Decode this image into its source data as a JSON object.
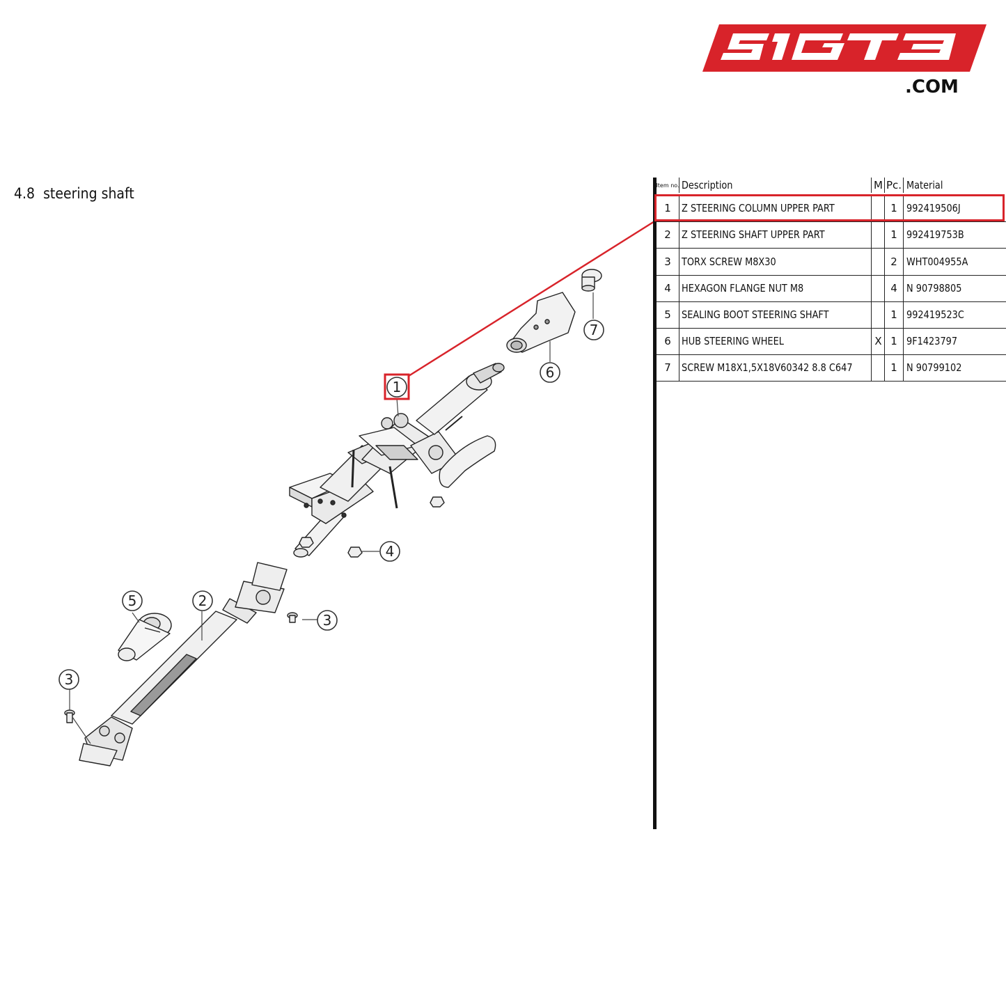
{
  "logo": {
    "brand": "SIGT3",
    "suffix": ".COM",
    "color": "#d8232a"
  },
  "section": {
    "number": "4.8",
    "title": "steering shaft"
  },
  "table": {
    "headers": {
      "item_no": "Item no.",
      "description": "Description",
      "m": "M",
      "pc": "Pc.",
      "material": "Material"
    },
    "rows": [
      {
        "no": "1",
        "description": "Z STEERING COLUMN UPPER PART",
        "m": "",
        "pc": "1",
        "material": "992419506J",
        "highlighted": true
      },
      {
        "no": "2",
        "description": "Z STEERING SHAFT UPPER PART",
        "m": "",
        "pc": "1",
        "material": "992419753B"
      },
      {
        "no": "3",
        "description": "TORX SCREW M8X30",
        "m": "",
        "pc": "2",
        "material": "WHT004955A"
      },
      {
        "no": "4",
        "description": "HEXAGON FLANGE NUT M8",
        "m": "",
        "pc": "4",
        "material": "N 90798805"
      },
      {
        "no": "5",
        "description": "SEALING BOOT STEERING SHAFT",
        "m": "",
        "pc": "1",
        "material": "992419523C"
      },
      {
        "no": "6",
        "description": "HUB STEERING WHEEL",
        "m": "X",
        "pc": "1",
        "material": "9F1423797"
      },
      {
        "no": "7",
        "description": "SCREW M18X1,5X18V60342 8.8 C647",
        "m": "",
        "pc": "1",
        "material": "N 90799102"
      }
    ]
  },
  "callouts": [
    "1",
    "2",
    "3",
    "3",
    "4",
    "5",
    "6",
    "7"
  ],
  "highlight_color": "#d8232a"
}
